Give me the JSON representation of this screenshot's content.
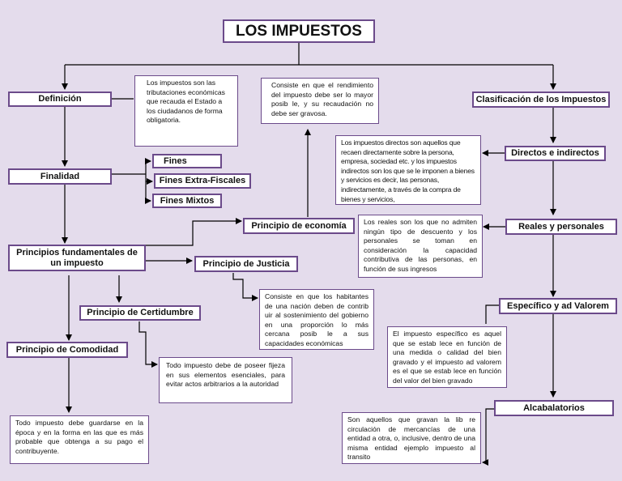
{
  "title": "LOS IMPUESTOS",
  "nodes": {
    "definicion": "Definición",
    "finalidad": "Finalidad",
    "fines": "Fines",
    "fines_extra": "Fines Extra-Fiscales",
    "fines_mixtos": "Fines Mixtos",
    "principios_fund": "Principios fundamentales de un impuesto",
    "principio_economia": "Principio de economía",
    "principio_justicia": "Principio de Justicia",
    "principio_certidumbre": "Principio de Certidumbre",
    "principio_comodidad": "Principio de Comodidad",
    "clasificacion": "Clasificación de los Impuestos",
    "directos": "Directos e indirectos",
    "reales": "Reales y personales",
    "especifico": "Específico y ad Valorem",
    "alcabalatorios": "Alcabalatorios"
  },
  "notes": {
    "definicion": "Los impuestos son las tributaciones económicas que recauda el Estado a los ciudadanos de forma obligatoria.",
    "economia": "Consiste en que el rendimiento del impuesto debe ser lo mayor posib le, y su recaudación no debe ser gravosa.",
    "justicia": "Consiste en que los habitantes de una nación deben de contrib uir al sostenimiento del gobierno en una proporción lo más cercana posib le a sus capacidades económicas",
    "certidumbre": "Todo impuesto debe de poseer fijeza en sus elementos esenciales, para evitar actos arbitrarios a la autoridad",
    "comodidad": "Todo impuesto debe guardarse en la época y en la forma en las que es más probable que obtenga a su pago el contribuyente.",
    "directos": "Los impuestos directos son aquellos que recaen directamente sobre la persona, empresa, sociedad etc. y los impuestos indirectos son los que se le imponen a bienes y servicios es decir, las personas, indirectamente, a través de la compra de bienes y servicios,",
    "reales": "Los reales son los que no admiten ningún tipo de descuento y los personales se toman en consideración la capacidad contributiva de las personas, en función de sus ingresos",
    "especifico": "El impuesto específico es aquel que se estab lece en función de una medida o calidad del bien gravado y el impuesto ad valorem es el que se estab lece en función del valor del bien gravado",
    "alcabalatorios": "Son aquellos que gravan la lib re circulación de mercancías de una entidad a otra, o, inclusive, dentro de una misma entidad ejemplo impuesto al transito"
  },
  "colors": {
    "background": "#e4dcec",
    "border": "#6b4a8a",
    "line": "#000000"
  }
}
